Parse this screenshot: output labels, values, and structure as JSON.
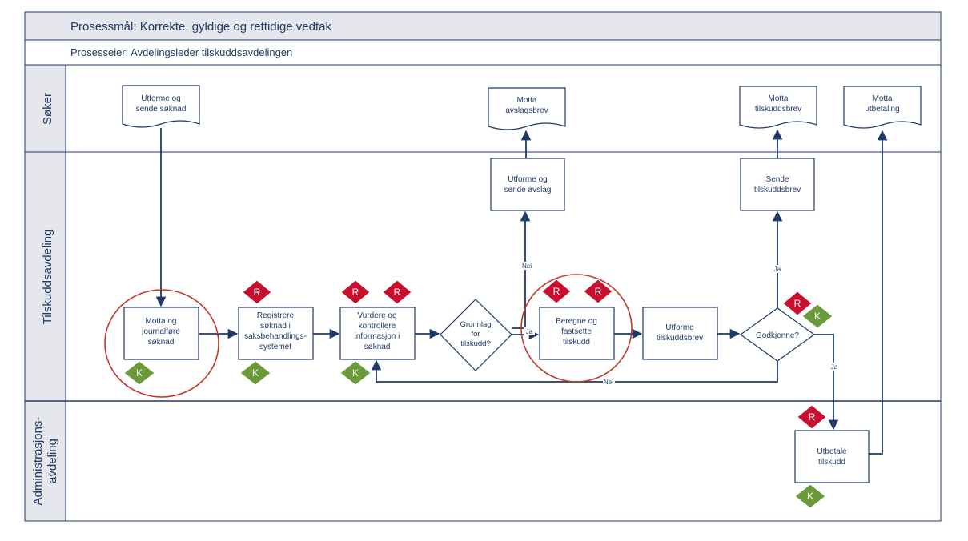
{
  "header": {
    "goal": "Prosessmål: Korrekte, gyldige og rettidige vedtak",
    "owner": "Prosesseier: Avdelingsleder tilskuddsavdelingen"
  },
  "lanes": {
    "soker": "Søker",
    "tilskudd": "Tilskuddsavdeling",
    "admin_line1": "Administrasjons-",
    "admin_line2": "avdeling"
  },
  "documents": {
    "utforme_sende_soknad": [
      "Utforme og",
      "sende søknad"
    ],
    "motta_avslagsbrev": [
      "Motta",
      "avslagsbrev"
    ],
    "motta_tilskuddsbrev": [
      "Motta",
      "tilskuddsbrev"
    ],
    "motta_utbetaling": [
      "Motta",
      "utbetaling"
    ]
  },
  "tasks": {
    "motta_journalfore": [
      "Motta og",
      "journalføre",
      "søknad"
    ],
    "registrere": [
      "Registrere",
      "søknad i",
      "saksbehandlings-",
      "systemet"
    ],
    "vurdere": [
      "Vurdere og",
      "kontrollere",
      "informasjon i",
      "søknad"
    ],
    "utforme_avslag": [
      "Utforme og",
      "sende avslag"
    ],
    "beregne": [
      "Beregne og",
      "fastsette",
      "tilskudd"
    ],
    "utforme_tilskuddsbrev": [
      "Utforme",
      "tilskuddsbrev"
    ],
    "sende_tilskuddsbrev": [
      "Sende",
      "tilskuddsbrev"
    ],
    "utbetale": [
      "Utbetale",
      "tilskudd"
    ]
  },
  "decisions": {
    "grunnlag": [
      "Grunnlag",
      "for",
      "tilskudd?"
    ],
    "godkjenne": [
      "Godkjenne?"
    ]
  },
  "flow_labels": {
    "nei_up": "Nei",
    "ja_right": "Ja",
    "ja_up": "Ja",
    "ja_down": "Ja",
    "nei_back": "Nei"
  },
  "markers": {
    "risk": "R",
    "control": "K",
    "risk_color": "#c8102e",
    "control_color": "#6a9a3a"
  },
  "colors": {
    "line": "#1f3a66",
    "header_bg": "#e6e7ec",
    "highlight_circle": "#c0392b"
  }
}
